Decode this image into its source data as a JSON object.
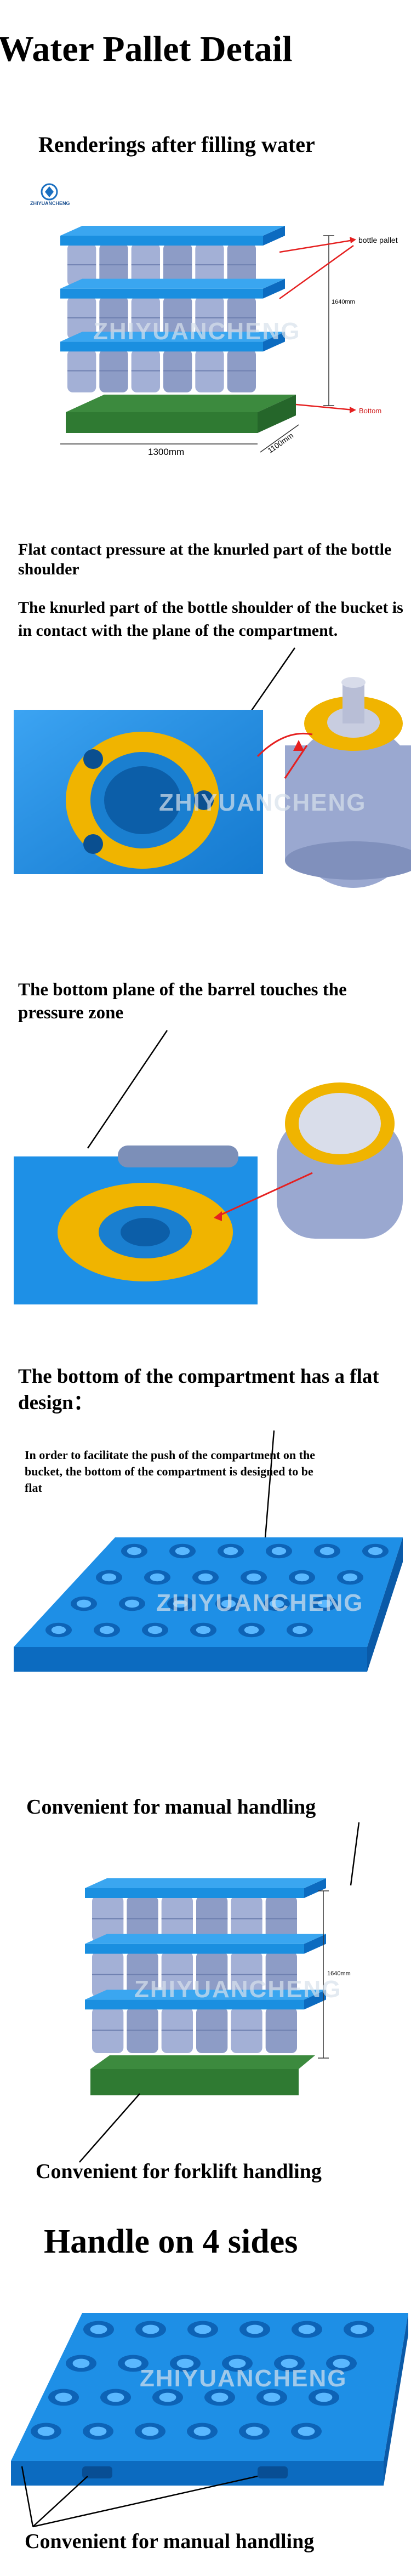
{
  "page_title": "Water Pallet Detail",
  "watermark": "ZHIYUANCHENG",
  "logo_text": "ZHIYUANCHENG",
  "sec1": {
    "heading": "Renderings after filling water",
    "label_bottle": "bottle pallet",
    "label_height": "1640mm",
    "label_bottom": "Bottom",
    "label_length": "1300mm",
    "label_width": "1100mm"
  },
  "sec2": {
    "heading": "Flat contact pressure at the knurled part of the bottle shoulder",
    "desc": "The knurled part of the bottle shoulder of the bucket is in contact with the plane of the compartment."
  },
  "sec3": {
    "heading": "The bottom plane of the barrel touches the pressure zone"
  },
  "sec4": {
    "heading": "The bottom of the compartment has a flat design：",
    "desc": "In order to facilitate the push of the compartment on the bucket, the bottom of the compartment is designed to be flat"
  },
  "sec5": {
    "top_label": "Convenient for manual handling",
    "label_height": "1640mm",
    "bottom_label": "Convenient for forklift handling"
  },
  "sec6": {
    "heading": "Handle on 4 sides",
    "bottom_label": "Convenient for manual handling"
  },
  "colors": {
    "pallet_blue": "#1a8fe0",
    "bottle": "#8fa0c8",
    "ring": "#f0b400",
    "base_green": "#2f7a32",
    "arrow": "#e52020"
  }
}
